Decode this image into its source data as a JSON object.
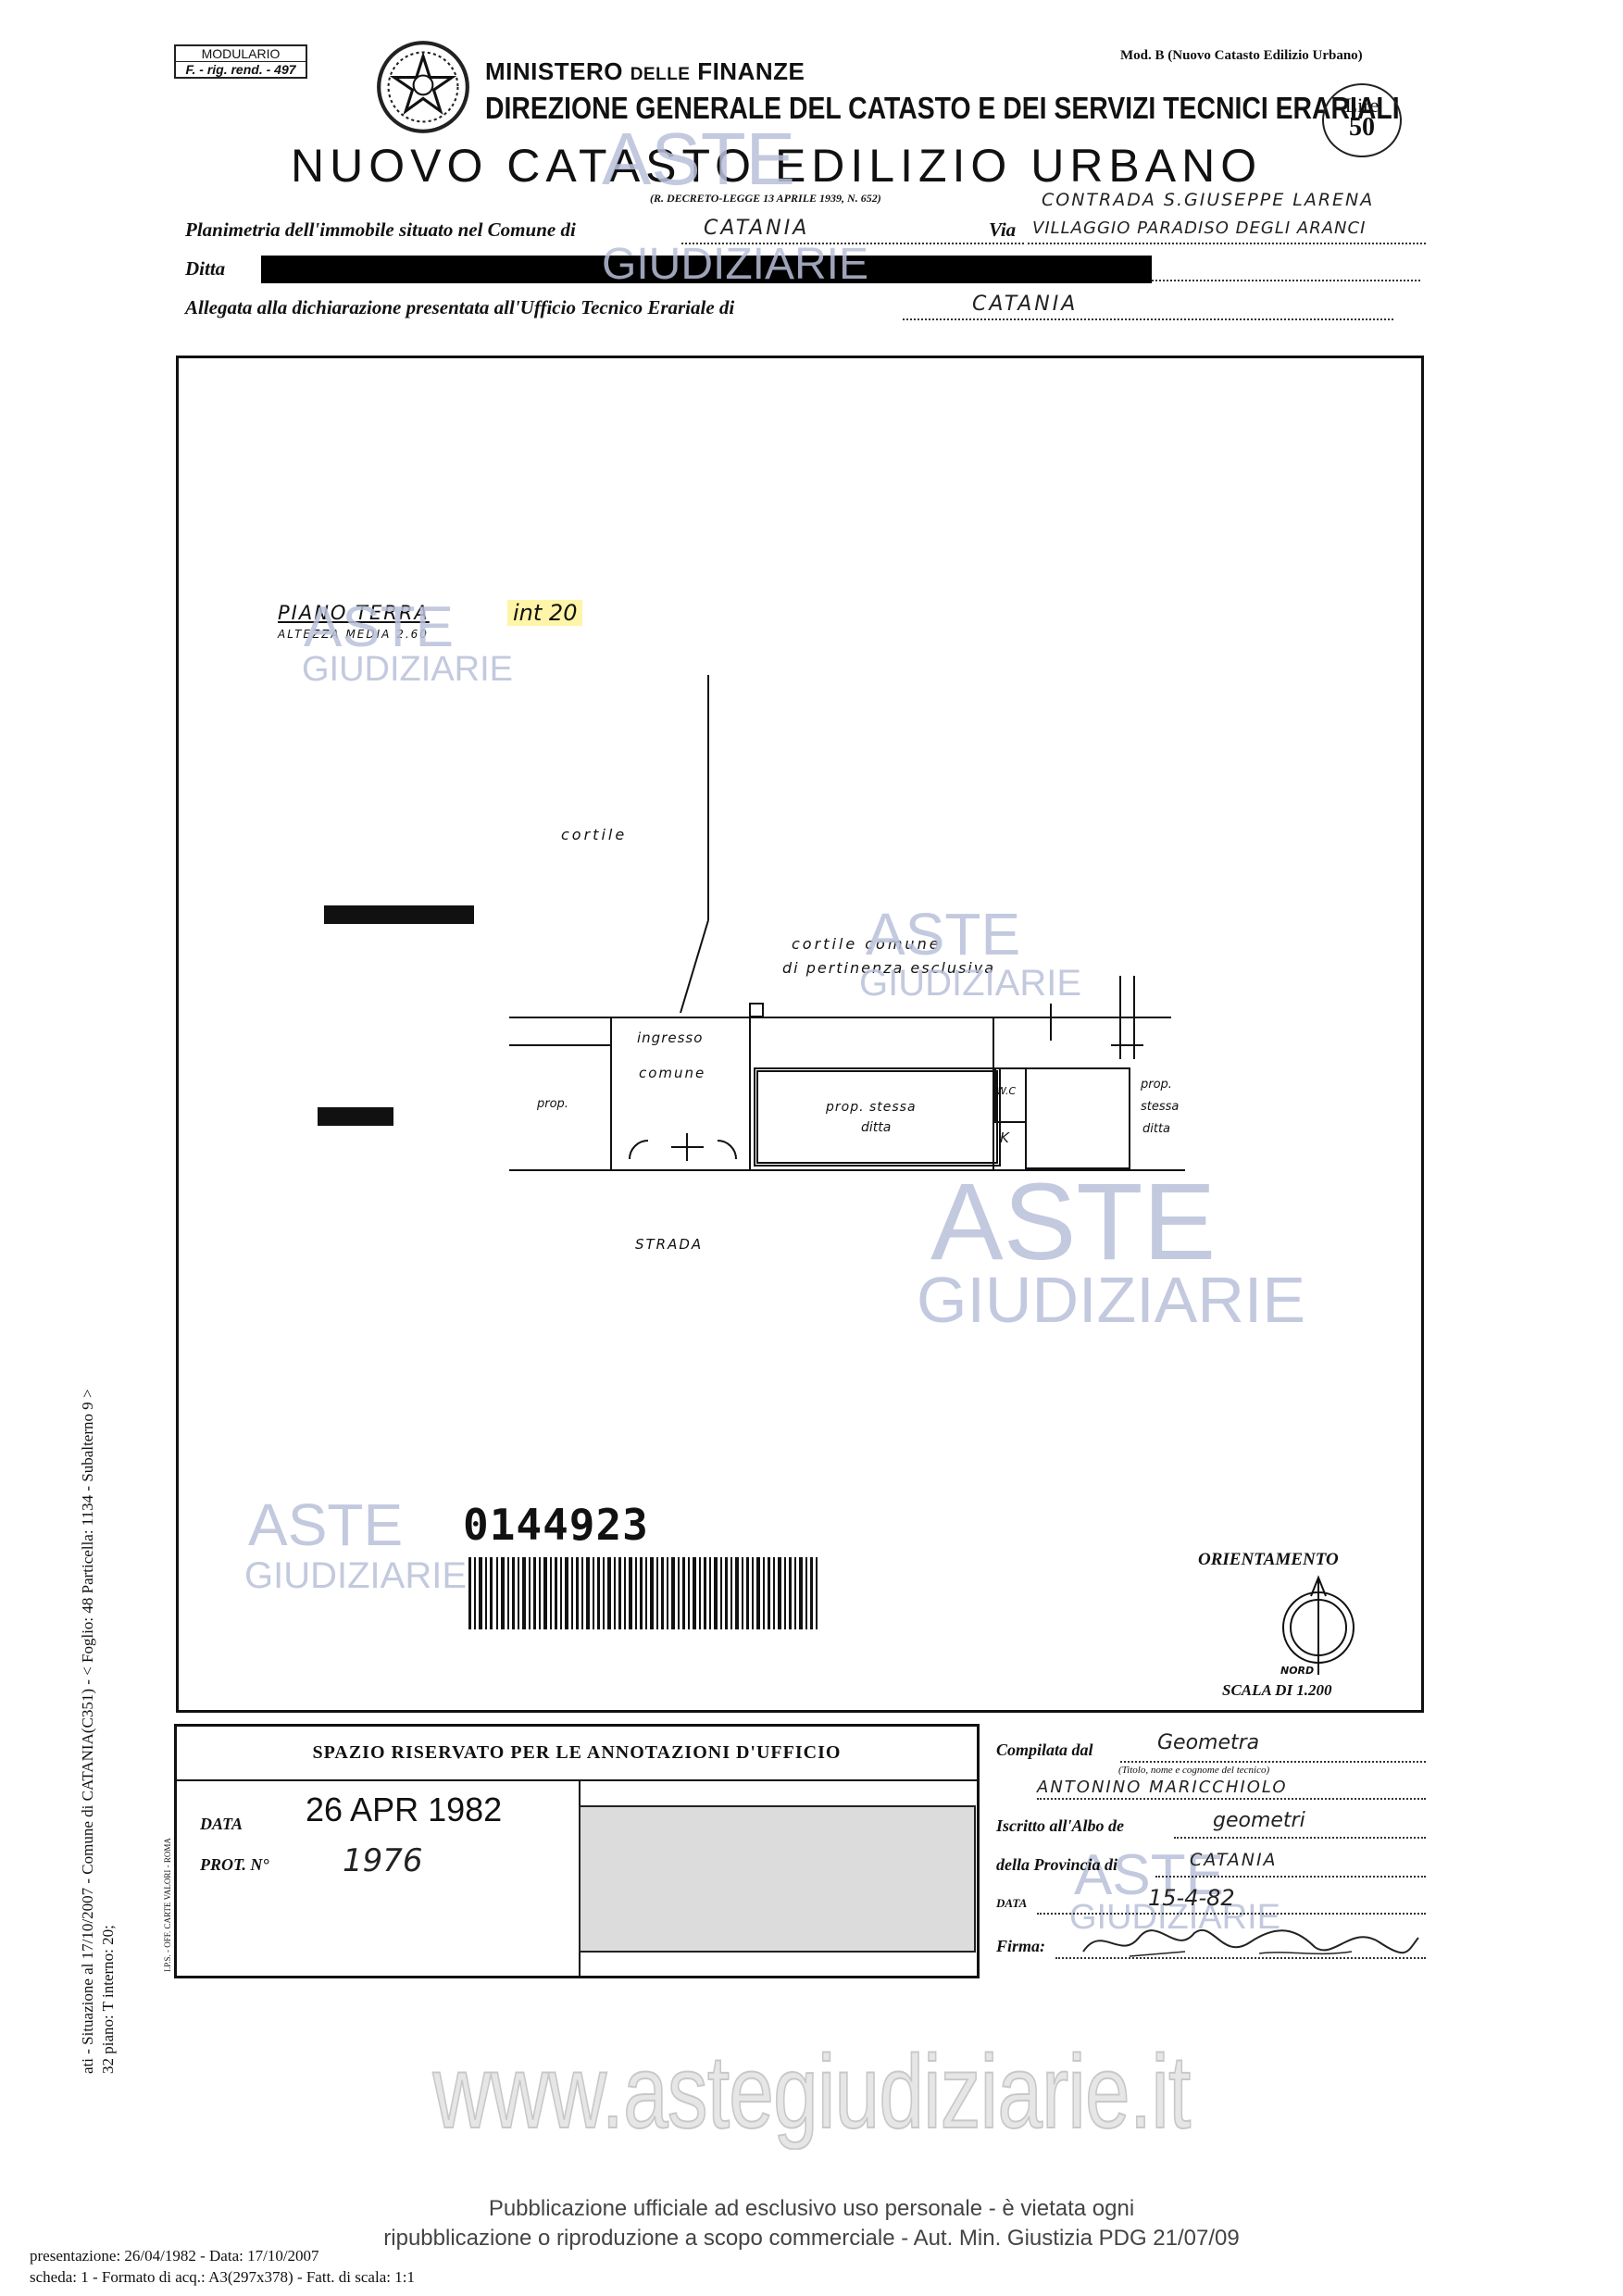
{
  "header": {
    "modulario": "MODULARIO",
    "modulario_code": "F. - rig. rend. - 497",
    "ministry_a": "MINISTERO",
    "ministry_b": "DELLE",
    "ministry_c": "FINANZE",
    "direzione": "DIREZIONE GENERALE DEL CATASTO E DEI SERVIZI TECNICI ERARIALI",
    "mod_b": "Mod. B (Nuovo Catasto Edilizio Urbano)",
    "lire_label": "Lire",
    "lire_value": "50",
    "title": "NUOVO CATASTO EDILIZIO URBANO",
    "decreto": "(R. DECRETO-LEGGE 13 APRILE 1939, N. 652)"
  },
  "form": {
    "contrada": "CONTRADA S.GIUSEPPE LARENA",
    "planimetria_label": "Planimetria dell'immobile situato nel Comune di",
    "comune_value": "CATANIA",
    "via_label": "Via",
    "via_value": "VILLAGGIO PARADISO DEGLI ARANCI",
    "ditta_label": "Ditta",
    "allegata_label": "Allegata alla dichiarazione presentata all'Ufficio Tecnico Erariale di",
    "ufficio_value": "CATANIA"
  },
  "plan": {
    "floor_label": "PIANO TERRA",
    "interno": "int 20",
    "altezza": "ALTEZZA MEDIA 2.60",
    "cortile": "cortile",
    "cortile_comune_1": "cortile comune",
    "cortile_comune_2": "di pertinenza esclusiva",
    "ingresso_1": "ingresso",
    "ingresso_2": "comune",
    "prop_left": "prop.",
    "prop_stessa_1": "prop. stessa",
    "prop_stessa_2": "ditta",
    "prop_right_1": "prop.",
    "prop_right_2": "stessa",
    "prop_right_3": "ditta",
    "wc": "W.C",
    "k": "K",
    "strada": "STRADA",
    "barcode_number": "0144923",
    "orientamento": "ORIENTAMENTO",
    "nord": "NORD",
    "scala": "SCALA DI 1.200"
  },
  "watermark": {
    "aste": "ASTE",
    "giudiziarie": "GIUDIZIARIE"
  },
  "side": {
    "line1": "ati - Situazione al 17/10/2007 - Comune di CATANIA(C351) - < Foglio: 48 Particella: 1134 - Subalterno 9 >",
    "line2": "32 piano: T interno: 20;"
  },
  "office": {
    "heading": "SPAZIO RISERVATO PER LE ANNOTAZIONI D'UFFICIO",
    "data_label": "DATA",
    "data_value": "26 APR 1982",
    "prot_label": "PROT. N°",
    "prot_value": "1976",
    "printer": "I.P.S. - OFF. CARTE VALORI - ROMA"
  },
  "right": {
    "compilata_label": "Compilata dal",
    "compilata_value": "Geometra",
    "titolo_note": "(Titolo, nome e cognome del tecnico)",
    "tecnico_nome": "ANTONINO MARICCHIOLO",
    "iscritto_label": "Iscritto all'Albo de",
    "iscritto_value": "geometri",
    "provincia_label": "della Provincia di",
    "provincia_value": "CATANIA",
    "data_label": "DATA",
    "data_value": "15-4-82",
    "firma_label": "Firma:"
  },
  "footer": {
    "website": "www.astegiudiziarie.it",
    "pub_line1": "Pubblicazione ufficiale ad esclusivo uso personale - è vietata ogni",
    "pub_line2": "ripubblicazione o riproduzione a scopo commerciale - Aut. Min. Giustizia PDG 21/07/09",
    "line_a": "presentazione: 26/04/1982 - Data: 17/10/2007",
    "line_b": "scheda: 1 - Formato di acq.: A3(297x378) - Fatt. di scala: 1:1"
  }
}
